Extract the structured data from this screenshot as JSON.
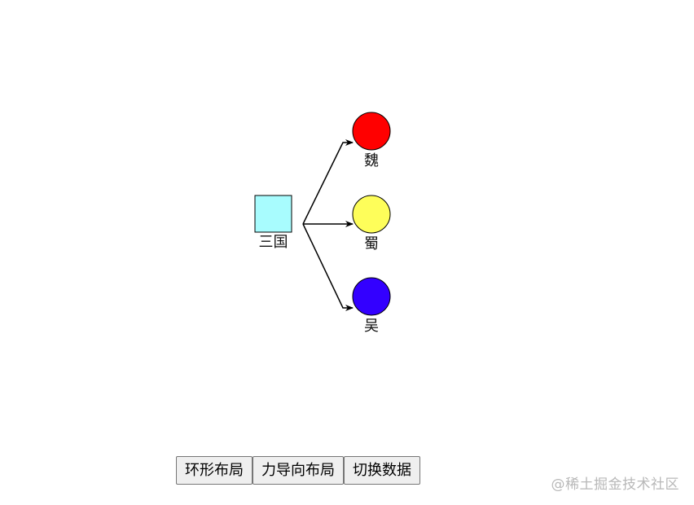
{
  "graph": {
    "root": {
      "label": "三国",
      "color": "#a8fcfe"
    },
    "children": [
      {
        "label": "魏",
        "color": "#ff0000"
      },
      {
        "label": "蜀",
        "color": "#fefe5a"
      },
      {
        "label": "吴",
        "color": "#3300ff"
      }
    ]
  },
  "toolbar": {
    "circular_label": "环形布局",
    "force_label": "力导向布局",
    "switch_label": "切换数据"
  },
  "watermark": "@稀土掘金技术社区"
}
